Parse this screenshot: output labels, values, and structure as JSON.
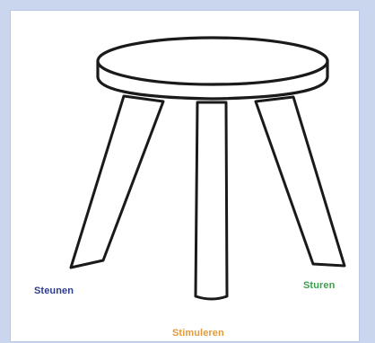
{
  "labels": {
    "steunen": "Steunen",
    "sturen": "Sturen",
    "stimuleren": "Stimuleren"
  },
  "colors": {
    "page_background": "#c9d6ee",
    "panel_background": "#ffffff",
    "steunen": "#2e3c8c",
    "sturen": "#39a14c",
    "stimuleren": "#e39a3a",
    "line": "#1a1a1a"
  }
}
